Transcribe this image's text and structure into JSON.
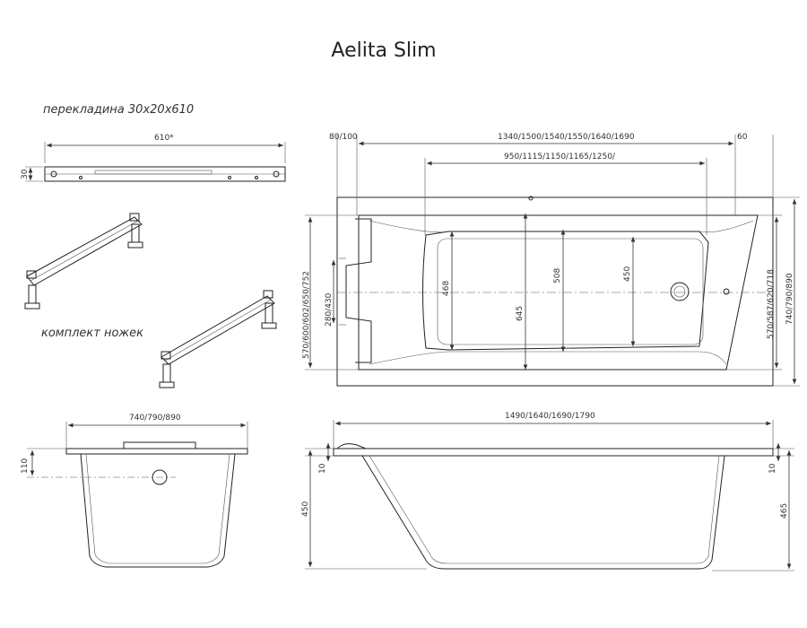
{
  "title": "Aelita Slim",
  "crossbar": {
    "caption": "перекладина 30х20х610",
    "length": "610*",
    "height": "30"
  },
  "legs": {
    "caption": "комплект ножек"
  },
  "top_view": {
    "rim_length": "1340/1500/1540/1550/1640/1690",
    "left_offset": "80/100",
    "right_offset": "60",
    "inner_length": "950/1115/1150/1165/1250/",
    "outer_width": "740/790/890",
    "rim_width": "570/600/602/650/752",
    "rim_width_right": "570/587/620/718",
    "headrest": "280/430",
    "w468": "468",
    "w508": "508",
    "w450": "450",
    "w645": "645"
  },
  "end_view": {
    "width": "740/790/890",
    "drain_height": "110"
  },
  "side_view": {
    "length": "1490/1640/1690/1790",
    "rim_left": "10",
    "rim_right": "10",
    "height_left": "450",
    "height_right": "465"
  }
}
